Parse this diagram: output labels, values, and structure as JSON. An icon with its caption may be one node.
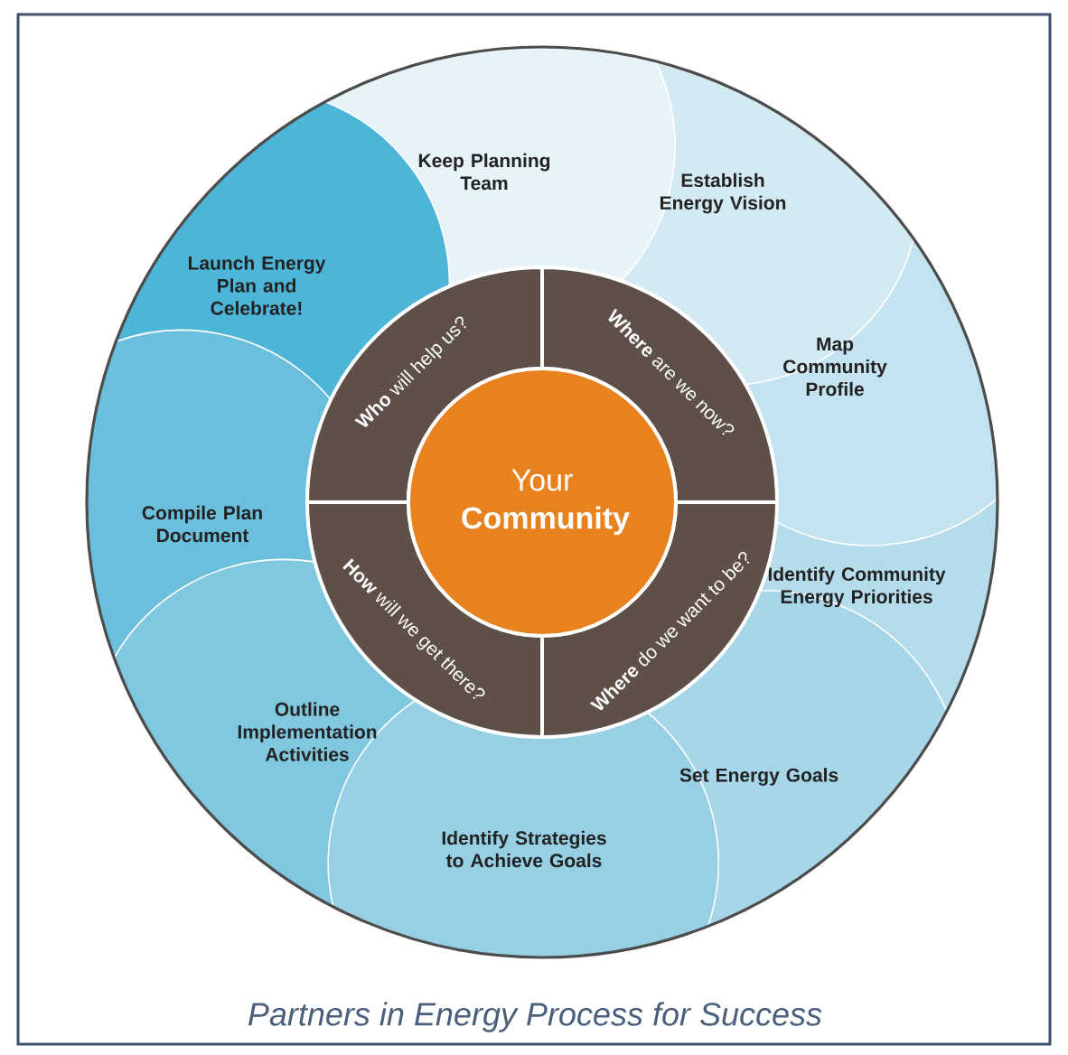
{
  "diagram": {
    "caption": "Partners in Energy Process for Success",
    "nodes": [
      {
        "text": [
          "Keep Planning Team"
        ]
      },
      {
        "text": [
          "Establish Energy Vision"
        ]
      },
      {
        "text": [
          "Map Community Profile"
        ]
      },
      {
        "text": [
          "Identify Community Energy Priorities"
        ]
      },
      {
        "text": [
          "Set Energy Goals"
        ]
      },
      {
        "text": [
          "Identify Strategies to Achieve Goals"
        ]
      },
      {
        "text": [
          "Outline Implementation Activities"
        ]
      },
      {
        "text": [
          "Compile Plan Document"
        ]
      },
      {
        "text": [
          "Launch Energy Plan and Celebrate!"
        ]
      },
      {
        "text": [
          "**Where** are we now?"
        ]
      },
      {
        "text": [
          "**Where** do we want to be?"
        ]
      },
      {
        "text": [
          "**How** will we get there?"
        ]
      },
      {
        "text": [
          "**Who** will help us?"
        ]
      },
      {
        "text": [
          "Your **Community**"
        ]
      }
    ]
  }
}
